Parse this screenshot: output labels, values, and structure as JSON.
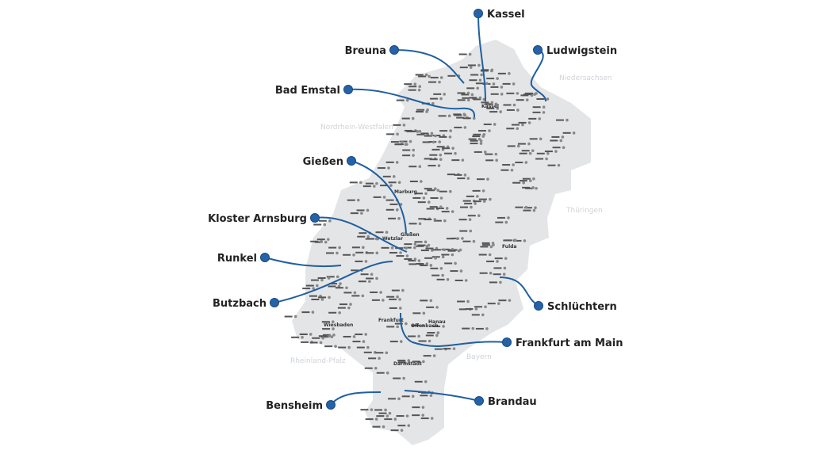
{
  "colors": {
    "land": "#e4e5e7",
    "line": "#1f5fa0",
    "dot": "#2563a8",
    "place": "#888888"
  },
  "regions": [
    "Niedersachsen",
    "Nordrhein-Westfalen",
    "Thüringen",
    "Rheinland-Pfalz",
    "Bayern"
  ],
  "cities": [
    "Kassel",
    "Marburg",
    "Gießen",
    "Wetzlar",
    "Fulda",
    "Frankfurt",
    "Offenbach",
    "Hanau",
    "Wiesbaden",
    "Darmstadt"
  ],
  "callouts": [
    {
      "label": "Kassel"
    },
    {
      "label": "Breuna"
    },
    {
      "label": "Ludwigstein"
    },
    {
      "label": "Bad Emstal"
    },
    {
      "label": "Gießen"
    },
    {
      "label": "Kloster Arnsburg"
    },
    {
      "label": "Runkel"
    },
    {
      "label": "Butzbach"
    },
    {
      "label": "Schlüchtern"
    },
    {
      "label": "Frankfurt am Main"
    },
    {
      "label": "Bensheim"
    },
    {
      "label": "Brandau"
    }
  ]
}
